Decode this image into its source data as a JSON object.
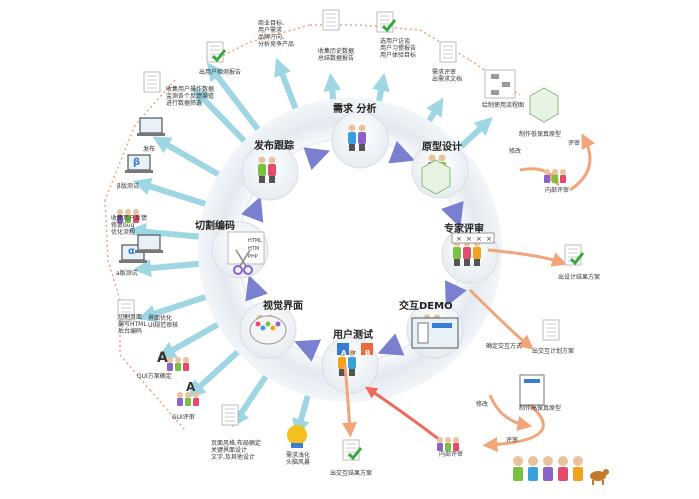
{
  "colors": {
    "ring": "#dfe6ec",
    "arrow_blue": "#9ed6e3",
    "arrow_purple": "#7a7fcf",
    "arrow_orange": "#f2a57a",
    "doc_green_check": "#36a83e",
    "card_border": "#cccccc"
  },
  "stages": [
    {
      "id": "xuqiu",
      "title": "需求 分析"
    },
    {
      "id": "yuanxing",
      "title": "原型设计"
    },
    {
      "id": "zhuanjia",
      "title": "专家评审"
    },
    {
      "id": "jiaohu",
      "title": "交互DEMO"
    },
    {
      "id": "yonghu",
      "title": "用户测试"
    },
    {
      "id": "shijue",
      "title": "视觉界面"
    },
    {
      "id": "qiege",
      "title": "切割编码"
    },
    {
      "id": "fabu",
      "title": "发布跟踪"
    }
  ],
  "stage_icons": {
    "qiege_doc_lines": [
      "HTML",
      "HTM",
      "PHP"
    ],
    "yonghu_ab": [
      "A",
      "or",
      "B"
    ]
  },
  "outer_labels": {
    "shangye": "商业目标、\n用户需求\n品牌方向、\n分析竞争产品",
    "lishi": "收集历史数据\n总结数据报告",
    "fangtan": "选用户访谈\n用户习惯报告\n用户体验目标",
    "xuqiu_pingshen": "需求评审\n出需求文档",
    "liuchengtu": "绘制使用流程图",
    "dixing": "制作低保真原型",
    "xiugai_top": "修改",
    "pingshen_top": "评审",
    "neibu_top": "内部评审",
    "chu_sheji": "出设计结果方案",
    "queding_jiaohu": "确定交互方式",
    "chu_jiaohu_jihua": "出交互计划方案",
    "gaobao": "制作高保真原型",
    "xiugai_bot": "修改",
    "pingshen_bot": "评审",
    "neibu_bot": "内部评审",
    "chu_jiaohu_jieguo": "出交互结果方案",
    "xuqiu_qianhua": "需求浅化\n头脑风暴",
    "yemian": "页面风格,布局确定\n关键界面设计\n文字,及其他设计",
    "gui_pingshen": "GUI评审",
    "gui_queding": "GUI方案确定",
    "jiemian_youhua": "界面优化\nUI规范审核",
    "qiege_yemian": "切割页面\n编写HTML\n后台编码",
    "alpha": "a版测试",
    "shouji_fankui": "收集用户反馈\n修复bug\n优化流程",
    "beta": "β版测试",
    "fabu": "发布",
    "shouji_caozuo": "收集用户操作数据\n监测各个反馈渠道\n进行数据筛选",
    "chu_yonghu": "出用户检测报告"
  },
  "icon_glyphs": {
    "a_glyph": "A",
    "beta_glyph": "β",
    "alpha_glyph": "α"
  }
}
